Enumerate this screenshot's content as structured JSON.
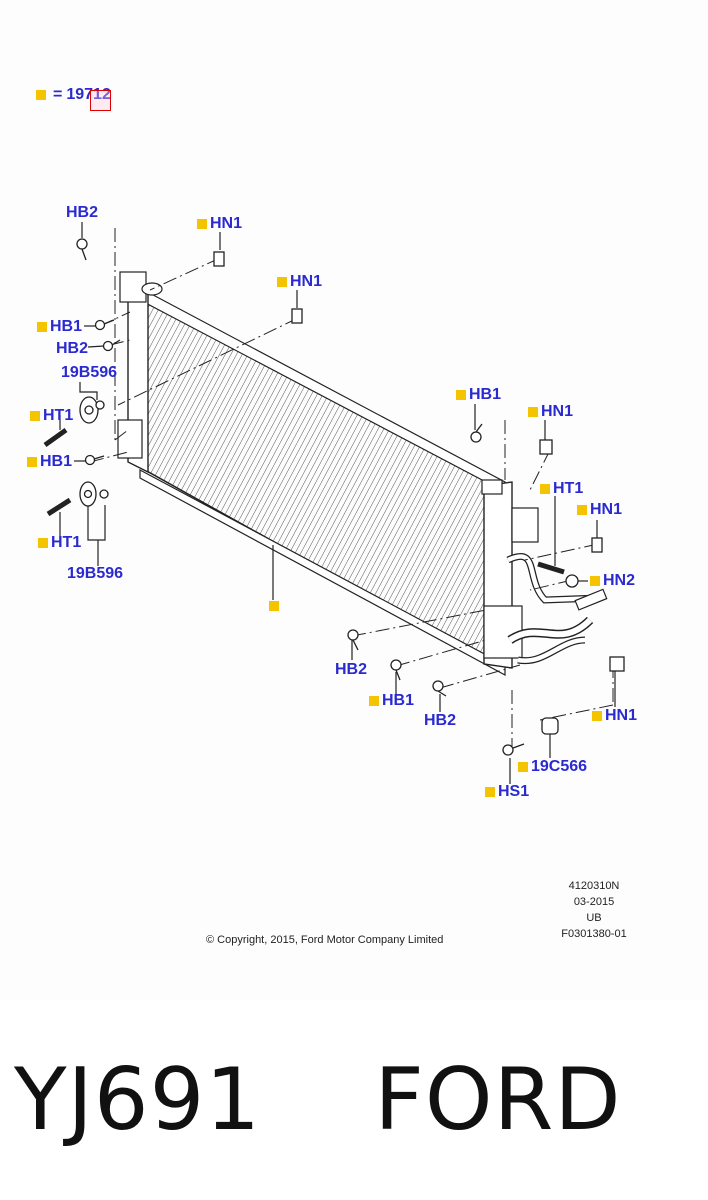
{
  "legend": {
    "marker_color": "#f5c400",
    "equals": "=",
    "part": "19712"
  },
  "labels": {
    "hb2_top": "HB2",
    "hn1_a": "HN1",
    "hn1_b": "HN1",
    "hb1_a": "HB1",
    "hb2_b": "HB2",
    "b596_a": "19B596",
    "ht1_a": "HT1",
    "hb1_b": "HB1",
    "ht1_b": "HT1",
    "b596_b": "19B596",
    "hb1_c": "HB1",
    "hn1_c": "HN1",
    "ht1_c": "HT1",
    "hn1_d": "HN1",
    "hn2": "HN2",
    "hb2_c": "HB2",
    "hb1_d": "HB1",
    "hb2_d": "HB2",
    "hn1_e": "HN1",
    "c566": "19C566",
    "hs1": "HS1"
  },
  "meta": {
    "code": "4120310N",
    "date": "03-2015",
    "ub": "UB",
    "ref": "F0301380-01",
    "copyright": "© Copyright, 2015, Ford Motor Company Limited"
  },
  "caption": {
    "part_no": "YJ691",
    "brand": "FORD"
  },
  "colors": {
    "label": "#2a2ad0",
    "marker": "#f5c400",
    "hotspot": "#e00000"
  }
}
